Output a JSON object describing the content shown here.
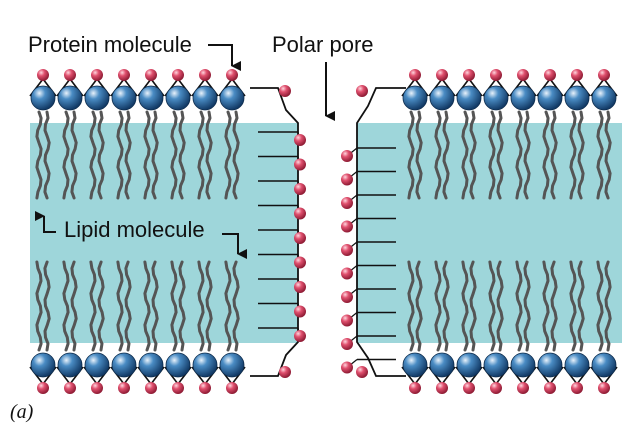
{
  "labels": {
    "protein_molecule": "Protein molecule",
    "polar_pore": "Polar pore",
    "lipid_molecule": "Lipid molecule",
    "panel": "(a)"
  },
  "colors": {
    "membrane_core": "#9ed6da",
    "lipid_head": "#2f6fa6",
    "lipid_tail": "#555555",
    "polar_group": "#d23a5a",
    "outline": "#111111"
  }
}
